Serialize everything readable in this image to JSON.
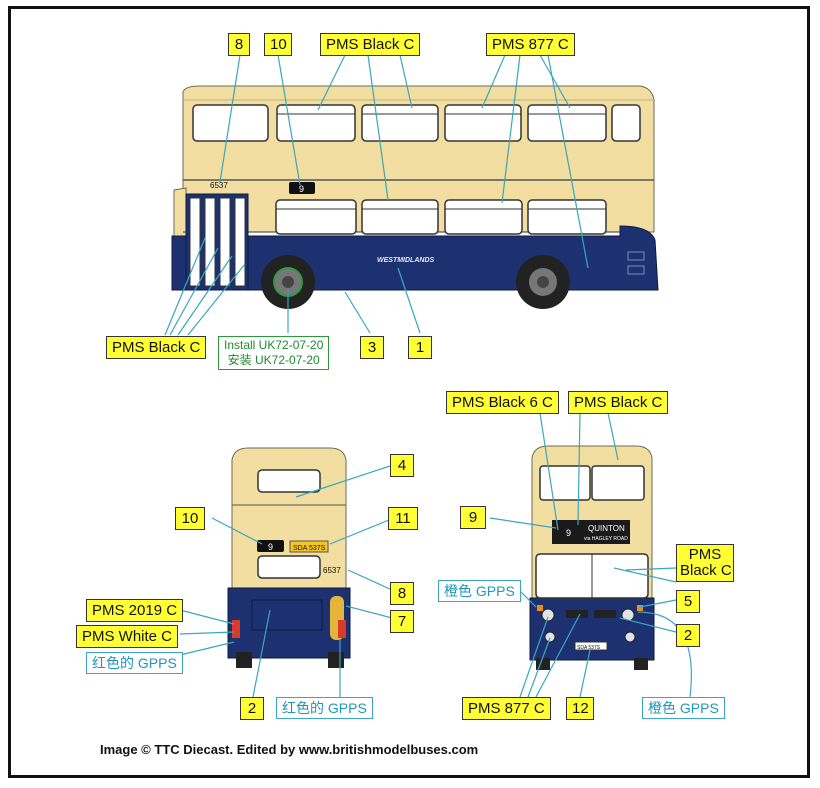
{
  "side": {
    "fleet_number": "6537",
    "route_number": "9",
    "logo_text": "WESTMIDLANDS",
    "labels": {
      "l8": "8",
      "l10": "10",
      "black_c_top": "PMS Black C",
      "pms877_top": "PMS 877 C",
      "black_c_doors": "PMS Black C",
      "l3": "3",
      "l1": "1"
    },
    "install": {
      "line1": "Install UK72-07-20",
      "line2": "安装 UK72-07-20"
    }
  },
  "rear": {
    "route_number": "9",
    "plate": "SDA 537S",
    "fleet_number": "6537",
    "labels": {
      "l4": "4",
      "l10": "10",
      "l11": "11",
      "l8": "8",
      "l7": "7",
      "pms2019": "PMS 2019 C",
      "pmswhite": "PMS White C",
      "l2": "2"
    },
    "gpps_red_left": "红色的 GPPS",
    "gpps_red_bottom": "红色的 GPPS"
  },
  "front": {
    "dest_number": "9",
    "dest_line1": "QUINTON",
    "dest_line2": "via HAGLEY ROAD",
    "plate": "SDA 537S",
    "labels": {
      "black6c": "PMS Black 6 C",
      "black_c_top": "PMS Black C",
      "l9": "9",
      "pms_black_c_line1": "PMS",
      "pms_black_c_line2": "Black C",
      "l5": "5",
      "l2": "2",
      "pms877": "PMS 877 C",
      "l12": "12"
    },
    "gpps_orange_left": "橙色 GPPS",
    "gpps_orange_right": "橙色 GPPS"
  },
  "credit": "Image © TTC Diecast. Edited by www.britishmodelbuses.com",
  "colors": {
    "cream": "#f2dea0",
    "navy": "#1d3170",
    "label_yellow": "#ffff33",
    "leader_cyan": "#3aa6c0"
  }
}
